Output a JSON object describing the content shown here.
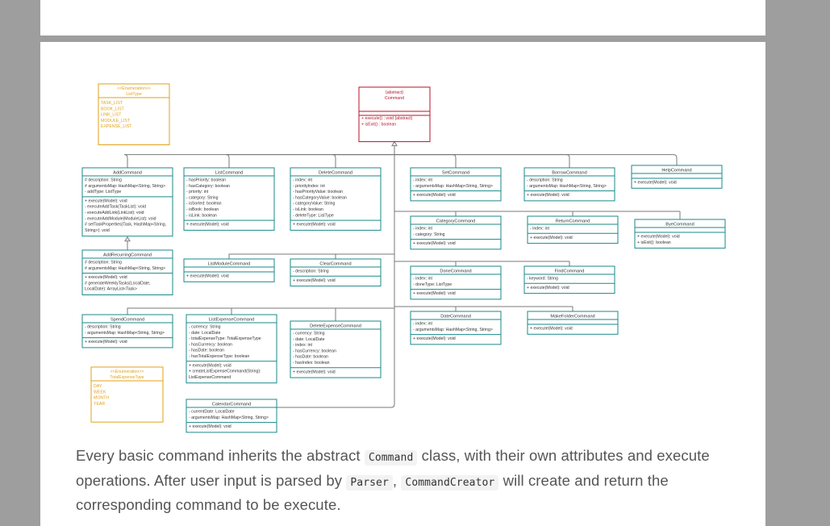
{
  "diagram": {
    "enums": [
      {
        "key": "listtype",
        "stereotype": "<<Enumeration>>",
        "name": "ListType",
        "values": [
          "TASK_LIST",
          "BOOK_LIST",
          "LINK_LIST",
          "MODULE_LIST",
          "EXPENSE_LIST"
        ]
      },
      {
        "key": "totalexpensetype",
        "stereotype": "<<Enumeration>>",
        "name": "TotalExpenseType",
        "values": [
          "DAY",
          "WEEK",
          "MONTH",
          "YEAR"
        ]
      }
    ],
    "abstract_class": {
      "stereotype": "{abstract}",
      "name": "Command",
      "methods": [
        "+ execute() : void {abstract}",
        "+ isExit() : boolean"
      ]
    },
    "classes": [
      {
        "key": "addcommand",
        "name": "AddCommand",
        "attributes": [
          "# description: String",
          "# argumentsMap: HashMap<String, String>",
          "- addType: ListType"
        ],
        "methods": [
          "+ execute(Model): void",
          "- executeAddTask(TaskList): void",
          "- executeAddLink(LinkList): void",
          "- executeAddModule(ModuleList): void",
          "# setTaskProperties(Task, HashMap<String,",
          "String>): void"
        ]
      },
      {
        "key": "listcommand",
        "name": "ListCommand",
        "attributes": [
          "- hasPriority: boolean",
          "- hasCategory: boolean",
          "- priority: int",
          "- category: String",
          "- isSorted: boolean",
          "- isBook: boolean",
          "- isLink: boolean"
        ],
        "methods": [
          "+ execute(Model): void"
        ]
      },
      {
        "key": "deletecommand",
        "name": "DeleteCommand",
        "attributes": [
          "- index: int",
          "- priorityIndex: int",
          "- hasPriorityValue: boolean",
          "- hasCategoryValue: boolean",
          "- categoryValue: String",
          "- isLink: boolean",
          "- deleteType: ListType"
        ],
        "methods": [
          "+ execute(Model): void"
        ]
      },
      {
        "key": "setcommand",
        "name": "SetCommand",
        "attributes": [
          "- index: int",
          "- argumentsMap: HashMap<String, String>"
        ],
        "methods": [
          "+ execute(Model): void"
        ]
      },
      {
        "key": "borrowcommand",
        "name": "BorrowCommand",
        "attributes": [
          "- description: String",
          "- argumentsMap: HashMap<String, String>"
        ],
        "methods": [
          "+ execute(Model): void"
        ]
      },
      {
        "key": "helpcommand",
        "name": "HelpCommand",
        "attributes": [],
        "methods": [
          "+ execute(Model): void"
        ]
      },
      {
        "key": "categorycommand",
        "name": "CategoryCommand",
        "attributes": [
          "- index: int",
          "- category: String"
        ],
        "methods": [
          "+ execute(Model): void"
        ]
      },
      {
        "key": "returncommand",
        "name": "ReturnCommand",
        "attributes": [
          "- index: int"
        ],
        "methods": [
          "+ execute(Model): void"
        ]
      },
      {
        "key": "byecommand",
        "name": "ByeCommand",
        "attributes": [],
        "methods": [
          "+ execute(Model): void",
          "+ isExit(): boolean"
        ]
      },
      {
        "key": "addrecurringcommand",
        "name": "AddRecurringCommand",
        "attributes": [
          "# description: String",
          "# argumentsMap: HashMap<String, String>"
        ],
        "methods": [
          "+ execute(Model): void",
          "# generateWeeklyTasks(LocalDate,",
          "LocalDate): ArrayList<Task>"
        ]
      },
      {
        "key": "listmodulecommand",
        "name": "ListModuleCommand",
        "attributes": [],
        "methods": [
          "+ execute(Model): void"
        ]
      },
      {
        "key": "clearcommand",
        "name": "ClearCommand",
        "attributes": [
          "- description: String"
        ],
        "methods": [
          "+ execute(Model): void"
        ]
      },
      {
        "key": "donecommand",
        "name": "DoneCommand",
        "attributes": [
          "- index: int",
          "- doneType: ListType"
        ],
        "methods": [
          "+ execute(Model): void"
        ]
      },
      {
        "key": "findcommand",
        "name": "FindCommand",
        "attributes": [
          "- keyword: String"
        ],
        "methods": [
          "+ execute(Model): void"
        ]
      },
      {
        "key": "spendcommand",
        "name": "SpendCommand",
        "attributes": [
          "- description: String",
          "- argumentsMap: HashMap<String, String>"
        ],
        "methods": [
          "+ execute(Model): void"
        ]
      },
      {
        "key": "listexpensecommand",
        "name": "ListExpenseCommand",
        "attributes": [
          "- currency: String",
          "- date: LocalDate",
          "- totalExpenseType: TotalExpenseType",
          "- hasCurrency: boolean",
          "- hasDate: boolean",
          "- hasTotalExpenseType: boolean"
        ],
        "methods": [
          "+ execute(Model): void",
          "+ createListExpenseCommand(String):",
          "ListExpenseCommand"
        ]
      },
      {
        "key": "deleteexpensecommand",
        "name": "DeleteExpenseCommand",
        "attributes": [
          "- currency: String",
          "- date: LocalDate",
          "- index: int",
          "- hasCurrency: boolean",
          "- hasDate: boolean",
          "- hasIndex: boolean"
        ],
        "methods": [
          "+ execute(Model): void"
        ]
      },
      {
        "key": "datecommand",
        "name": "DateCommand",
        "attributes": [
          "- index: int",
          "- argumentsMap: HashMap<String, String>"
        ],
        "methods": [
          "+ execute(Model): void"
        ]
      },
      {
        "key": "makefoldercommand",
        "name": "MakeFolderCommand",
        "attributes": [],
        "methods": [
          "+ execute(Model): void"
        ]
      },
      {
        "key": "calendarcommand",
        "name": "CalendarCommand",
        "attributes": [
          "- currentDate: LocalDate",
          "- argumentsMap: HashMap<String, String>"
        ],
        "methods": [
          "+ execute(Model): void"
        ]
      }
    ],
    "colors": {
      "class": "#1a8a8a",
      "abstract": "#b8122a",
      "enum": "#e2a21a",
      "connector": "#7a7a7a",
      "page": "#9e9e9e"
    }
  },
  "caption": {
    "part1": "Every basic command inherits the abstract ",
    "code1": "Command",
    "part2": " class, with their own attributes and execute operations. After user input is parsed by ",
    "code2": "Parser",
    "part3": ", ",
    "code3": "CommandCreator",
    "part4": " will create and return the corresponding command to be execute."
  }
}
